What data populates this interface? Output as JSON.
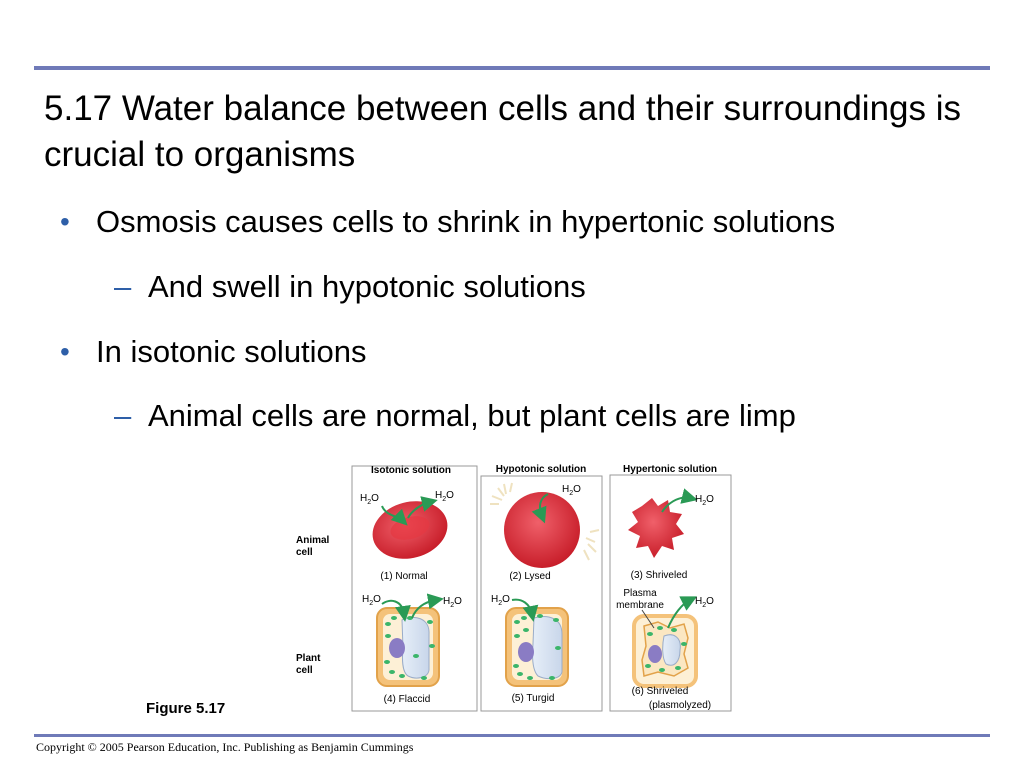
{
  "title": "5.17 Water balance between cells and their surroundings is crucial to organisms",
  "bullets": [
    {
      "level": 1,
      "text": "Osmosis causes cells to shrink in hypertonic solutions"
    },
    {
      "level": 2,
      "text": "And swell in hypotonic solutions"
    },
    {
      "level": 1,
      "text": "In isotonic solutions"
    },
    {
      "level": 2,
      "text": "Animal cells are normal, but plant cells are limp"
    }
  ],
  "bullet_mark": "•",
  "dash_mark": "–",
  "figure": {
    "caption": "Figure 5.17",
    "columns": [
      "Isotonic solution",
      "Hypotonic solution",
      "Hypertonic solution"
    ],
    "row_labels": {
      "animal_1": "Animal",
      "animal_2": "cell",
      "plant_1": "Plant",
      "plant_2": "cell"
    },
    "water": "H",
    "water_sub": "2",
    "water_o": "O",
    "plasma_1": "Plasma",
    "plasma_2": "membrane",
    "labels": {
      "normal": "(1) Normal",
      "lysed": "(2) Lysed",
      "shriveled": "(3) Shriveled",
      "flaccid": "(4) Flaccid",
      "turgid": "(5) Turgid",
      "plasmolyzed_1": "(6) Shriveled",
      "plasmolyzed_2": "(plasmolyzed)"
    }
  },
  "copyright": "Copyright © 2005 Pearson Education, Inc. Publishing as Benjamin Cummings",
  "colors": {
    "accent": "#6f7ab8",
    "bullet": "#2e5fa8",
    "cell_red": "#d8252f",
    "arrow_green": "#2a9a55",
    "plant_wall": "#f4c27a"
  }
}
